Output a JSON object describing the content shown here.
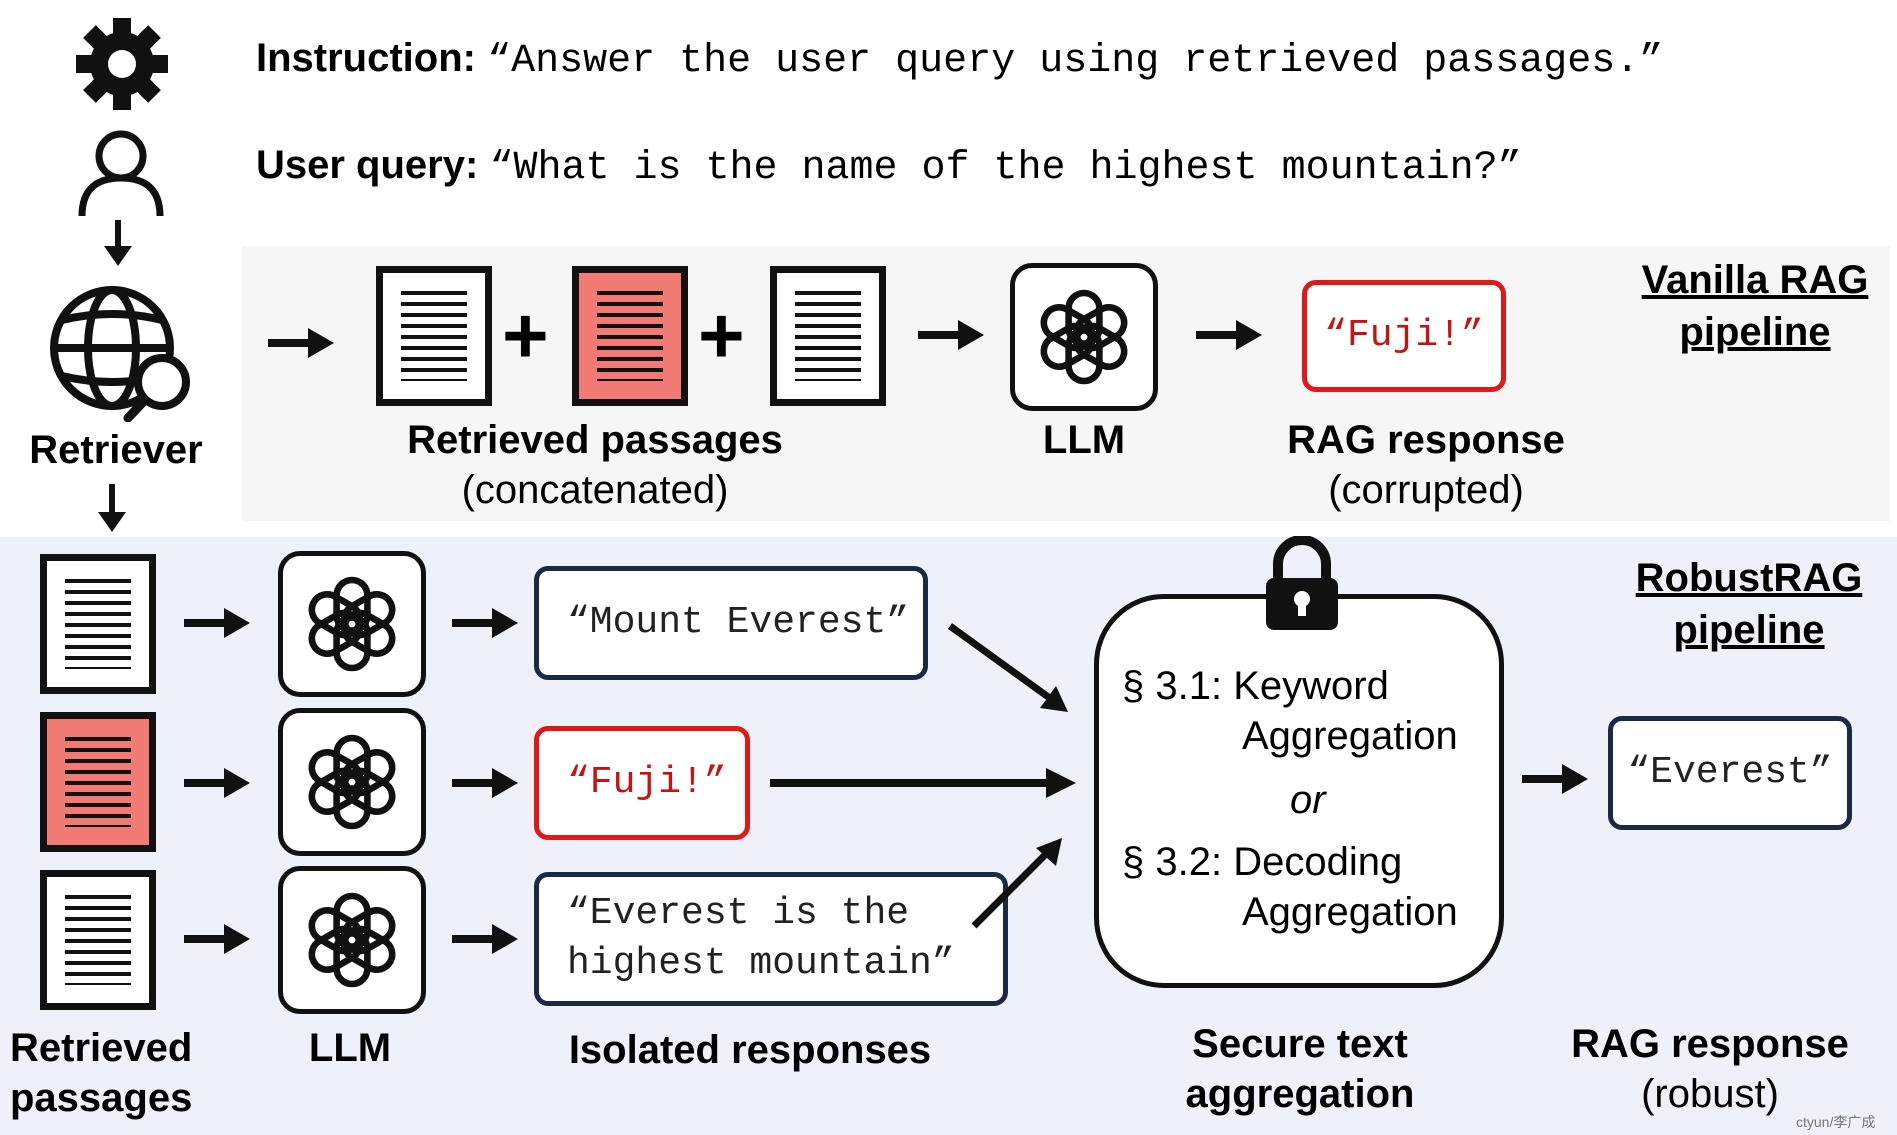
{
  "instruction": {
    "label": "Instruction:",
    "text": "“Answer the user query using retrieved passages.”"
  },
  "user_query": {
    "label": "User query:",
    "text": "“What is the name of the highest mountain?”"
  },
  "retriever": {
    "label": "Retriever"
  },
  "vanilla": {
    "title_line1": "Vanilla RAG",
    "title_line2": "pipeline",
    "passages_label": "Retrieved passages",
    "passages_sub": "(concatenated)",
    "llm_label": "LLM",
    "response_text": "“Fuji!”",
    "response_label": "RAG response",
    "response_sub": "(corrupted)"
  },
  "robust": {
    "title_line1": "RobustRAG",
    "title_line2": "pipeline",
    "passages_label_line1": "Retrieved",
    "passages_label_line2": "passages",
    "llm_label": "LLM",
    "responses": [
      "“Mount Everest”",
      "“Fuji!”",
      "“Everest is the\nhighest mountain”"
    ],
    "responses_label": "Isolated responses",
    "agg_line1": "§ 3.1: Keyword",
    "agg_line2": "Aggregation",
    "agg_or": "or",
    "agg_line3": "§ 3.2: Decoding",
    "agg_line4": "Aggregation",
    "agg_label_line1": "Secure text",
    "agg_label_line2": "aggregation",
    "final_text": "“Everest”",
    "final_label": "RAG response",
    "final_sub": "(robust)"
  },
  "watermark": "ctyun/李广成",
  "colors": {
    "corrupt_fill": "#f27a74",
    "corrupt_border": "#e01818",
    "box_border": "#1a2a45",
    "top_band": "#f6f6f6",
    "bottom_band": "#eef1fa"
  }
}
